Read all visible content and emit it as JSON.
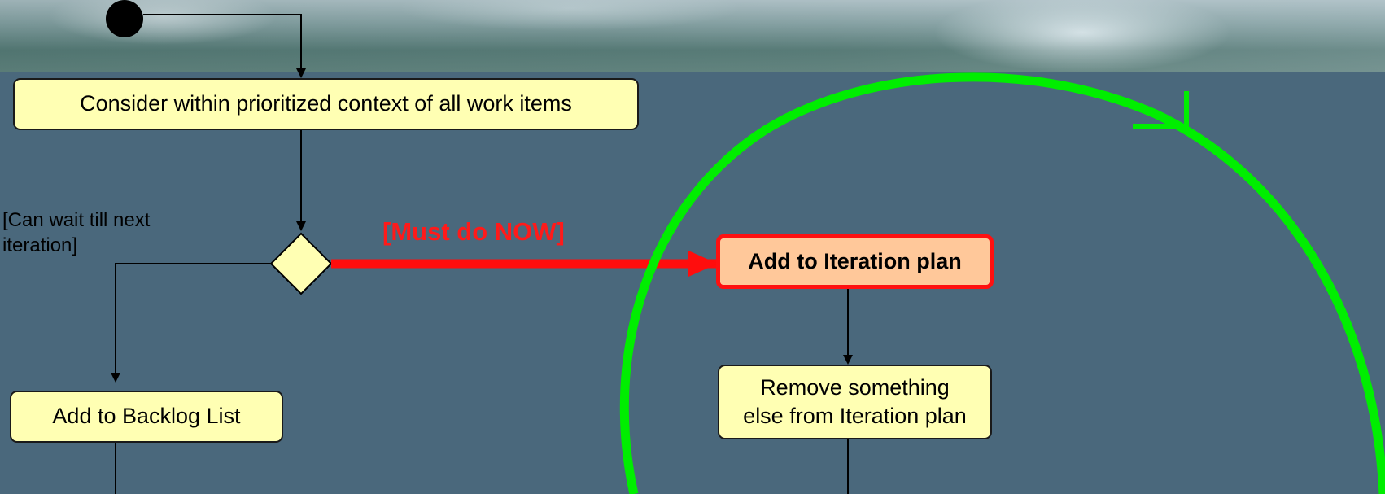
{
  "diagram": {
    "nodes": {
      "consider": "Consider within prioritized context of all work items",
      "backlog": "Add to Backlog List",
      "iteration_plan": "Add to Iteration plan",
      "remove_line1": "Remove something",
      "remove_line2": "else from Iteration plan"
    },
    "guards": {
      "wait_line1": "[Can wait till next",
      "wait_line2": "iteration]",
      "must_do": "[Must do NOW]"
    }
  },
  "colors": {
    "background": "#4a687c",
    "node_fill": "#ffffb3",
    "highlight_fill": "#ffc89a",
    "highlight_stroke": "#ff1010",
    "iteration_loop": "#00ee00"
  }
}
